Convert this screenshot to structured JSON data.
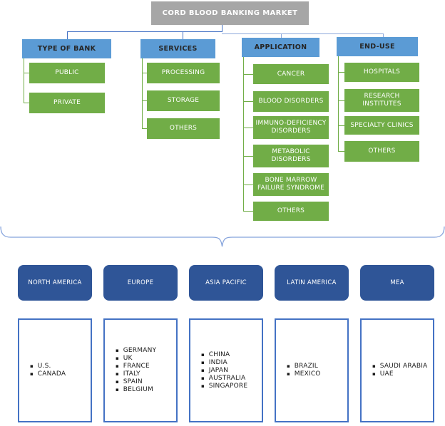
{
  "root": {
    "title": "CORD BLOOD BANKING MARKET"
  },
  "segments": [
    {
      "label": "TYPE OF BANK",
      "items": [
        "PUBLIC",
        "PRIVATE"
      ]
    },
    {
      "label": "SERVICES",
      "items": [
        "PROCESSING",
        "STORAGE",
        "OTHERS"
      ]
    },
    {
      "label": "APPLICATION",
      "items": [
        "CANCER",
        "BLOOD DISORDERS",
        "IMMUNO-DEFICIENCY DISORDERS",
        "METABOLIC DISORDERS",
        "BONE MARROW FAILURE SYNDROME",
        "OTHERS"
      ]
    },
    {
      "label": "END-USE",
      "items": [
        "HOSPITALS",
        "RESEARCH INSTITUTES",
        "SPECIALTY CLINICS",
        "OTHERS"
      ]
    }
  ],
  "regions": [
    {
      "label": "NORTH AMERICA",
      "countries": [
        "U.S.",
        "CANADA"
      ]
    },
    {
      "label": "EUROPE",
      "countries": [
        "GERMANY",
        "UK",
        "FRANCE",
        "ITALY",
        "SPAIN",
        "BELGIUM"
      ]
    },
    {
      "label": "ASIA PACIFIC",
      "countries": [
        "CHINA",
        "INDIA",
        "JAPAN",
        "AUSTRALIA",
        "SINGAPORE"
      ]
    },
    {
      "label": "LATIN AMERICA",
      "countries": [
        "BRAZIL",
        "MEXICO"
      ]
    },
    {
      "label": "MEA",
      "countries": [
        "SAUDI ARABIA",
        "UAE"
      ]
    }
  ],
  "colors": {
    "segment_header": "#5b9bd5",
    "segment_item": "#71ad47",
    "root_box": "#a6a6a6",
    "region_header": "#2f5597",
    "region_border": "#4472c4",
    "connector_dark": "#4472c4",
    "connector_light": "#8faadc",
    "brace": "#85a3dc"
  }
}
